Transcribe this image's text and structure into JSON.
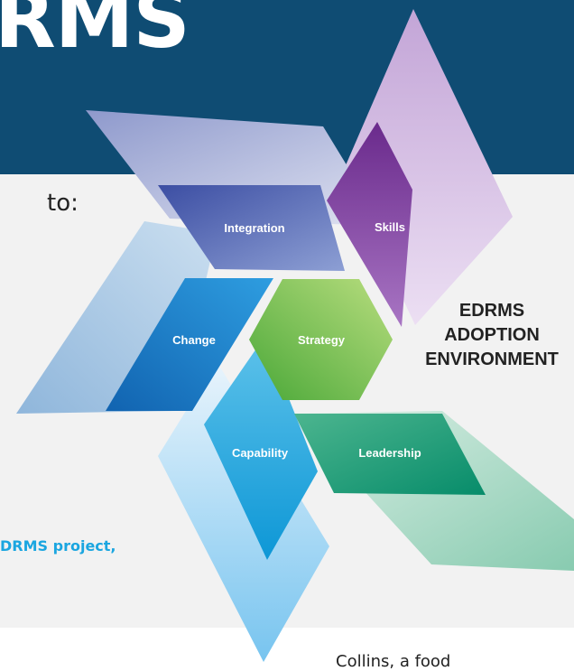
{
  "banner": {
    "title": "RMS"
  },
  "text_fragments": {
    "intro": "to:",
    "project": "DRMS project,",
    "footer": "Collins, a food"
  },
  "diagram": {
    "segments": [
      "Integration",
      "Skills",
      "Change",
      "Strategy",
      "Capability",
      "Leadership"
    ],
    "environment_label": [
      "EDRMS",
      "ADOPTION",
      "ENVIRONMENT"
    ]
  },
  "colors": {
    "banner": "#0f4c73",
    "integration": "#4a5fae",
    "skills": "#7c3a95",
    "change": "#1a7fcc",
    "strategy": "#66b846",
    "capability": "#1fa3dc",
    "leadership": "#0f9d7a",
    "project_text": "#1ba6e0"
  }
}
